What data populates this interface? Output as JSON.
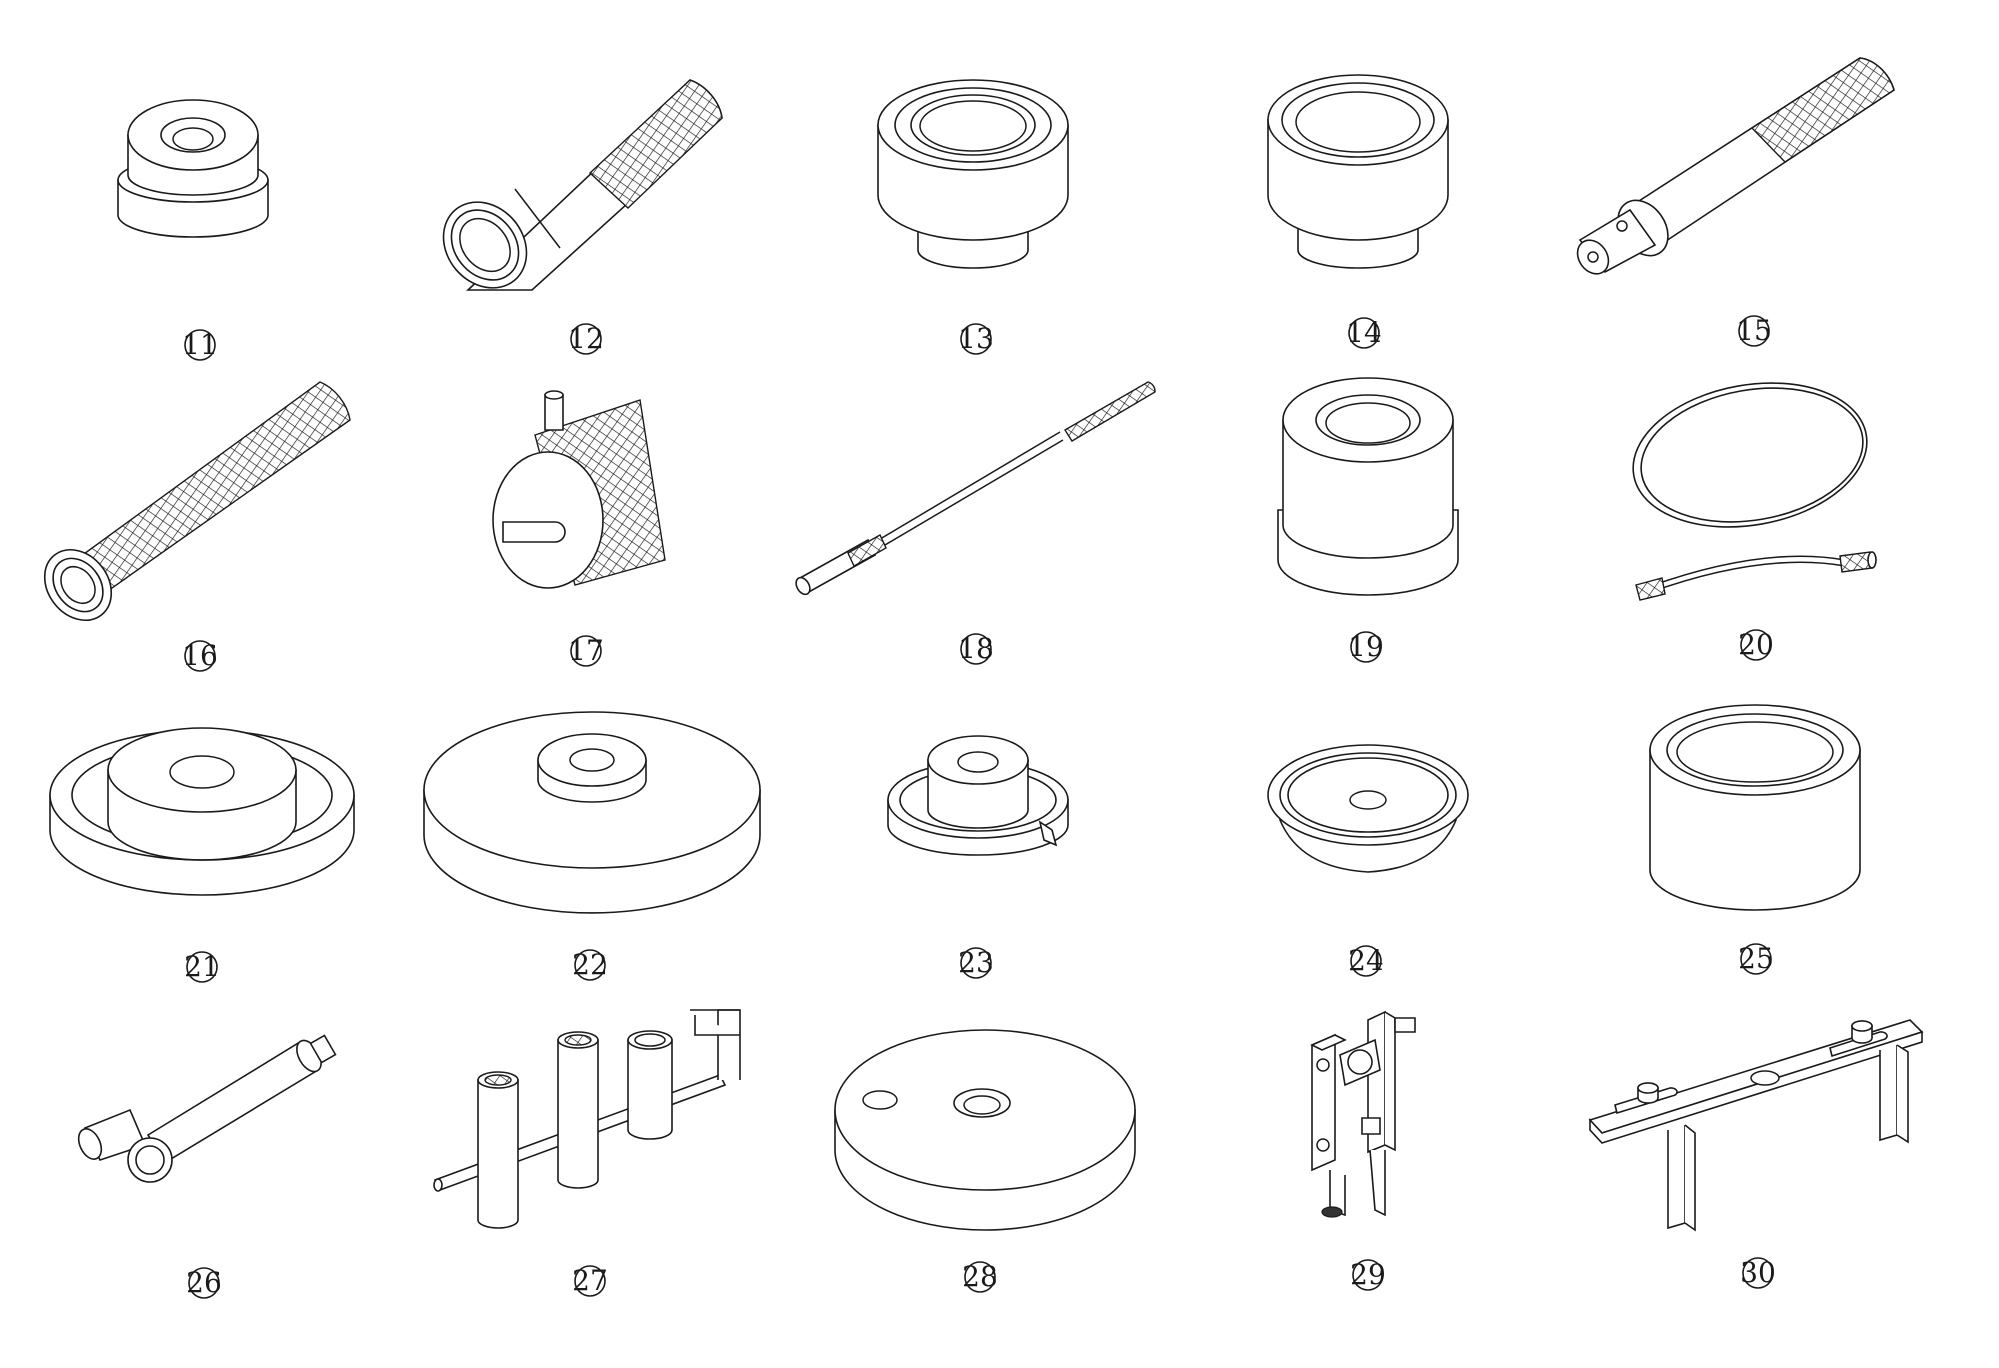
{
  "tools": [
    {
      "id": "tool-11",
      "label": "11",
      "icon": "bushing-icon"
    },
    {
      "id": "tool-12",
      "label": "12",
      "icon": "knurled-sleeve-icon"
    },
    {
      "id": "tool-13",
      "label": "13",
      "icon": "stepped-driver-icon"
    },
    {
      "id": "tool-14",
      "label": "14",
      "icon": "stepped-driver-icon"
    },
    {
      "id": "tool-15",
      "label": "15",
      "icon": "knurled-handle-icon"
    },
    {
      "id": "tool-16",
      "label": "16",
      "icon": "knurled-tube-icon"
    },
    {
      "id": "tool-17",
      "label": "17",
      "icon": "slotted-knurled-nut-icon"
    },
    {
      "id": "tool-18",
      "label": "18",
      "icon": "long-rod-icon"
    },
    {
      "id": "tool-19",
      "label": "19",
      "icon": "cylinder-driver-icon"
    },
    {
      "id": "tool-20",
      "label": "20",
      "icon": "coiled-cable-icon"
    },
    {
      "id": "tool-21",
      "label": "21",
      "icon": "flanged-plate-icon"
    },
    {
      "id": "tool-22",
      "label": "22",
      "icon": "large-disc-icon"
    },
    {
      "id": "tool-23",
      "label": "23",
      "icon": "slotted-cup-icon"
    },
    {
      "id": "tool-24",
      "label": "24",
      "icon": "dished-cup-icon"
    },
    {
      "id": "tool-25",
      "label": "25",
      "icon": "open-sleeve-icon"
    },
    {
      "id": "tool-26",
      "label": "26",
      "icon": "angle-fitting-icon"
    },
    {
      "id": "tool-27",
      "label": "27",
      "icon": "socket-bar-icon"
    },
    {
      "id": "tool-28",
      "label": "28",
      "icon": "two-hole-disc-icon"
    },
    {
      "id": "tool-29",
      "label": "29",
      "icon": "clamp-bracket-icon"
    },
    {
      "id": "tool-30",
      "label": "30",
      "icon": "bridge-fixture-icon"
    }
  ],
  "colors": {
    "ink": "#1a1a1a",
    "paper": "#ffffff"
  }
}
